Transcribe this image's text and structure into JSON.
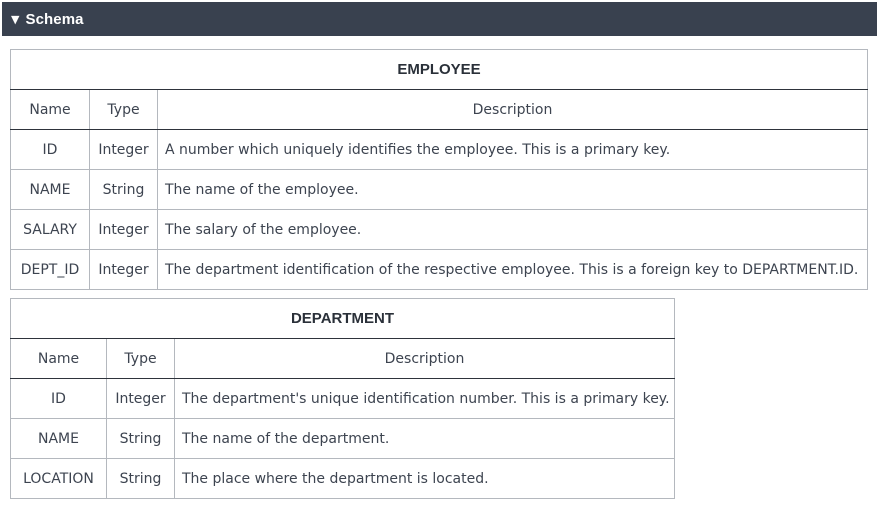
{
  "header": {
    "title": "Schema",
    "caret_icon": "triangle-down-icon"
  },
  "tables": {
    "employee": {
      "name": "EMPLOYEE",
      "columns": [
        "Name",
        "Type",
        "Description"
      ],
      "rows": [
        [
          "ID",
          "Integer",
          "A number which uniquely identifies the employee. This is a primary key."
        ],
        [
          "NAME",
          "String",
          "The name of the employee."
        ],
        [
          "SALARY",
          "Integer",
          "The salary of the employee."
        ],
        [
          "DEPT_ID",
          "Integer",
          "The department identification of the respective employee. This is a foreign key to DEPARTMENT.ID."
        ]
      ]
    },
    "department": {
      "name": "DEPARTMENT",
      "columns": [
        "Name",
        "Type",
        "Description"
      ],
      "rows": [
        [
          "ID",
          "Integer",
          "The department's unique identification number. This is a primary key."
        ],
        [
          "NAME",
          "String",
          "The name of the department."
        ],
        [
          "LOCATION",
          "String",
          "The place where the department is located."
        ]
      ]
    }
  },
  "colors": {
    "header_bg": "#39414f",
    "border_dark": "#2e333b",
    "border_light": "#b4b8be",
    "text": "#3d4450"
  }
}
